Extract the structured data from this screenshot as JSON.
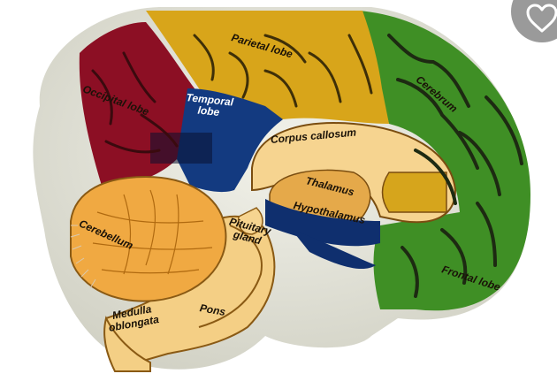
{
  "labels": {
    "parietal": "Parietal lobe",
    "cerebrum": "Cerebrum",
    "occipital": "Occipital lobe",
    "temporal_1": "Temporal",
    "temporal_2": "lobe",
    "corpus": "Corpus callosum",
    "thalamus": "Thalamus",
    "hypothalamus": "Hypothalamus",
    "cerebellum": "Cerebellum",
    "pituitary_1": "Pituitary",
    "pituitary_2": "gland",
    "frontal": "Frontal lobe",
    "pons": "Pons",
    "medulla_1": "Medulla",
    "medulla_2": "oblongata"
  },
  "favorite_button": {
    "icon": "heart-outline-icon"
  },
  "colors": {
    "parietal": "#d8a51a",
    "frontal": "#3f8f25",
    "occipital": "#8c0f24",
    "temporal": "#133a80",
    "brainstem": "#f4cf85",
    "cerebellum": "#f0a942",
    "sulci_dark": "#1d2a12",
    "base_gray": "#e6e6da"
  }
}
